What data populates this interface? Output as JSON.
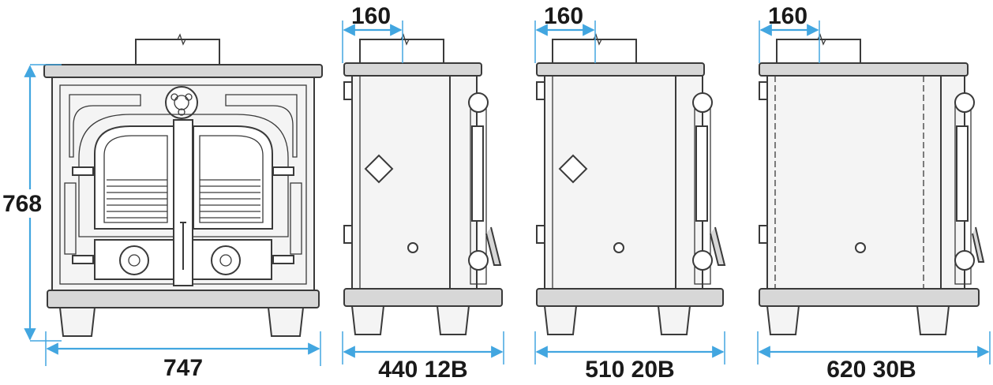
{
  "front_view": {
    "height_label": "768",
    "width_label": "747"
  },
  "side_views": [
    {
      "flue_label": "160",
      "depth_label": "440 12B"
    },
    {
      "flue_label": "160",
      "depth_label": "510 20B"
    },
    {
      "flue_label": "160",
      "depth_label": "620 30B"
    }
  ],
  "colors": {
    "dimension_line": "#42a6e0",
    "outline": "#3a3a3a",
    "body_fill": "#f4f4f4"
  }
}
